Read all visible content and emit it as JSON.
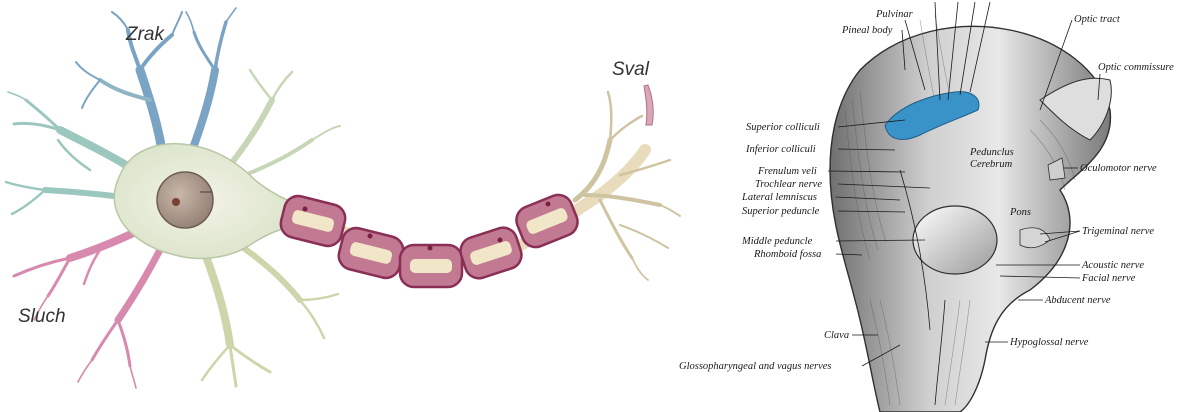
{
  "neuron": {
    "labels": {
      "vision": "Zrak",
      "muscle": "Sval",
      "hearing": "Sluch"
    },
    "colors": {
      "vision_dendrites": "#5b84b8",
      "soma": "#dfe8cc",
      "hearing_dendrites": "#d36a9a",
      "myelin_outline": "#8a2f55",
      "myelin_fill": "#b8667f",
      "axon_core": "#efe3c4",
      "terminal": "#c9bb96"
    }
  },
  "brainstem": {
    "highlight_color": "#3a93c8",
    "labels_left": [
      "Pineal body",
      "Superior colliculi",
      "Inferior colliculi",
      "Frenulum veli",
      "Trochlear nerve",
      "Lateral lemniscus",
      "Superior peduncle",
      "Middle peduncle",
      "Rhomboid fossa",
      "Clava",
      "Glossopharyngeal and vagus nerves"
    ],
    "labels_top": [
      "Pulvinar"
    ],
    "labels_right": [
      "Optic tract",
      "Optic commissure",
      "Oculomotor nerve",
      "Trigeminal nerve",
      "Acoustic nerve",
      "Facial nerve",
      "Abducent nerve",
      "Hypoglossal nerve"
    ],
    "labels_inner": [
      "Pedunclus",
      "Cerebrum",
      "Pons"
    ]
  }
}
